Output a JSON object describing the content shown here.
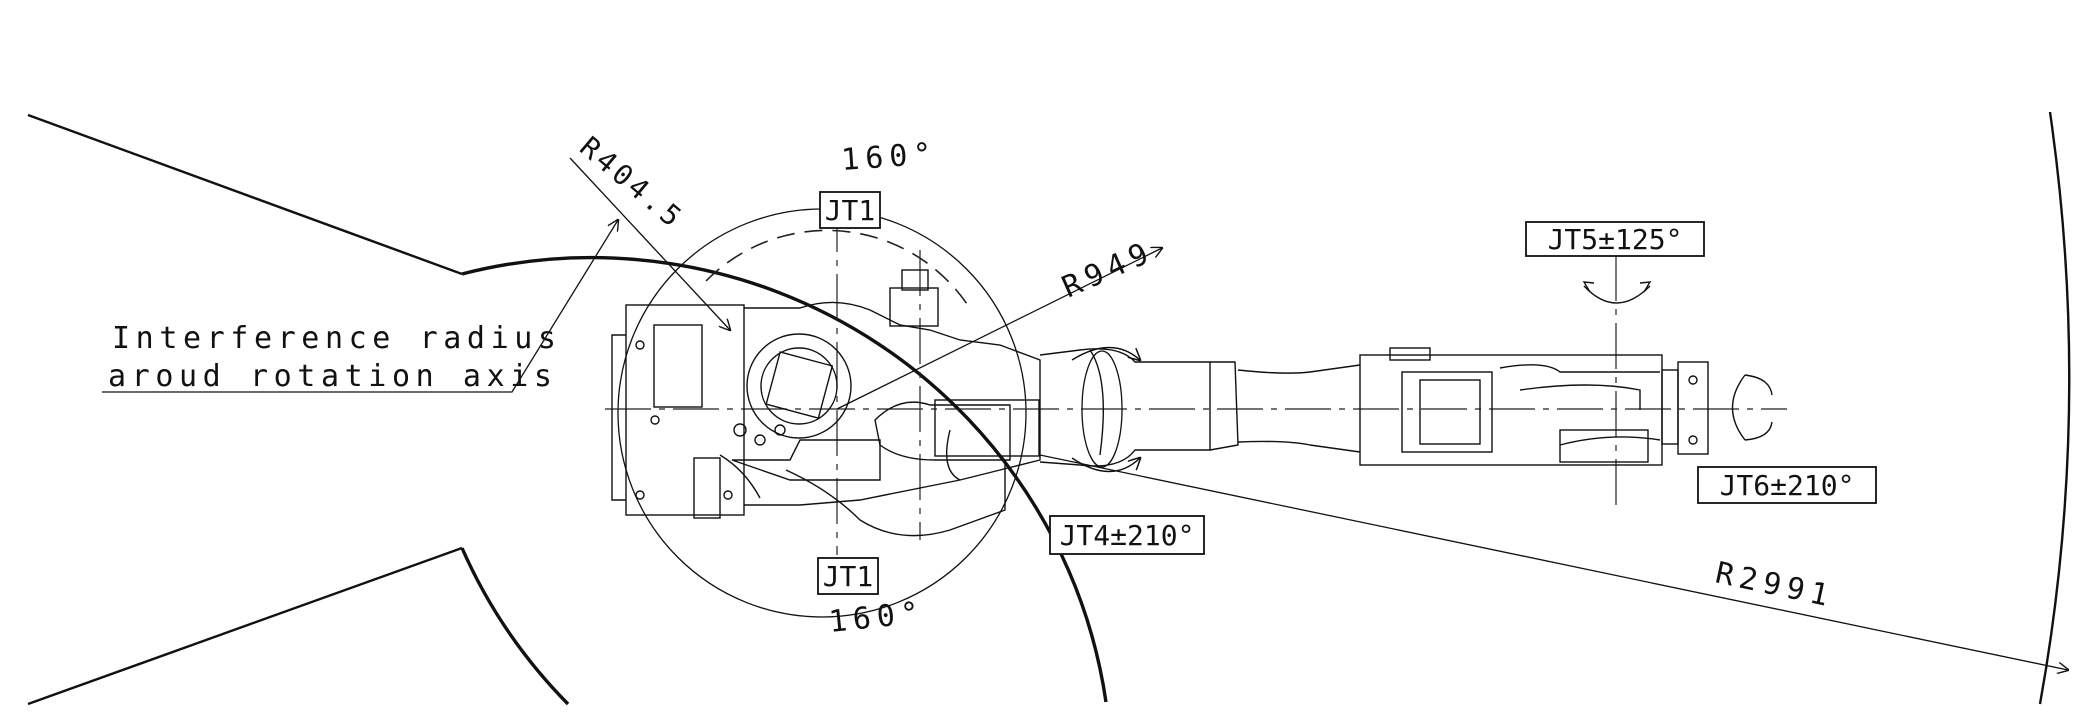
{
  "labels": {
    "jt1_upper_angle": "160°",
    "jt1_upper": "JT1",
    "jt1_lower": "JT1",
    "jt1_lower_angle": "160°",
    "r404": "R404.5",
    "r949": "R949",
    "r2991": "R2991",
    "jt4": "JT4±210°",
    "jt5": "JT5±125°",
    "jt6": "JT6±210°",
    "interference_line1": "Interference radius",
    "interference_line2": "aroud rotation axis"
  }
}
